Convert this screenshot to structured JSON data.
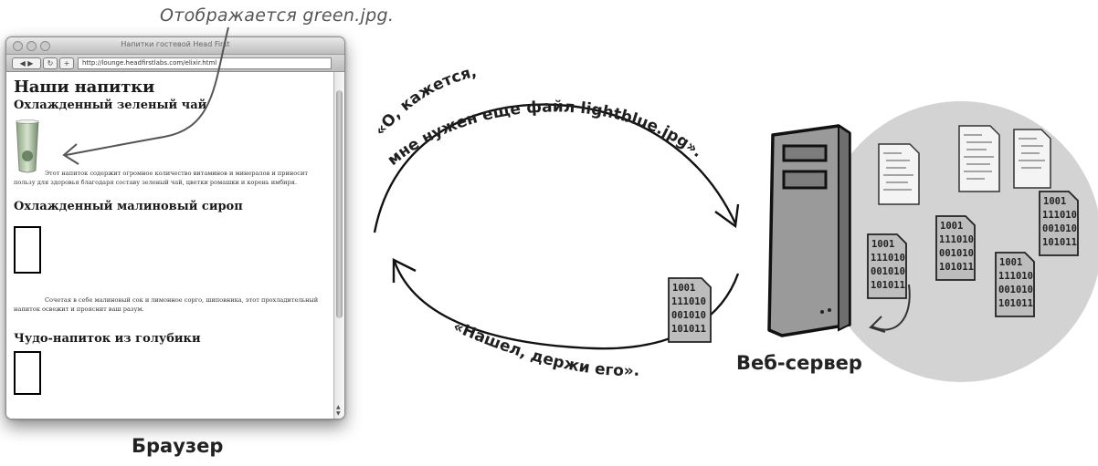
{
  "annotation_top": "Отображается green.jpg.",
  "request_line1": "«О, кажется,",
  "request_line2": "мне нужен еще файл lightblue.jpg».",
  "response": "«Нашел, держи его».",
  "label_browser": "Браузер",
  "label_server": "Веб-сервер",
  "file_glyph": [
    "1001",
    "111010",
    "001010",
    "101011"
  ],
  "browser": {
    "window_title": "Напитки гостевой Head First",
    "url": "http://lounge.headfirstlabs.com/elixir.html",
    "page_title": "Наши напитки",
    "drinks": [
      {
        "title": "Охлажденный зеленый чай",
        "text": "Этот напиток содержит огромное количество витаминов и минералов и приносит пользу для здоровья благодаря составу зеленый чай, цветки ромашки и корень имбиря."
      },
      {
        "title": "Охлажденный малиновый сироп",
        "text": "Сочетая в себе малиновый сок и лимонное сорго, шиповника, этот прохладительный напиток освежит и прояснит ваш разум."
      },
      {
        "title": "Чудо-напиток из голубики"
      }
    ]
  },
  "colors": {
    "background": "#ffffff",
    "server_circle": "#d3d3d3",
    "server_body": "#9a9a9a",
    "glass": "#6f8a66"
  }
}
